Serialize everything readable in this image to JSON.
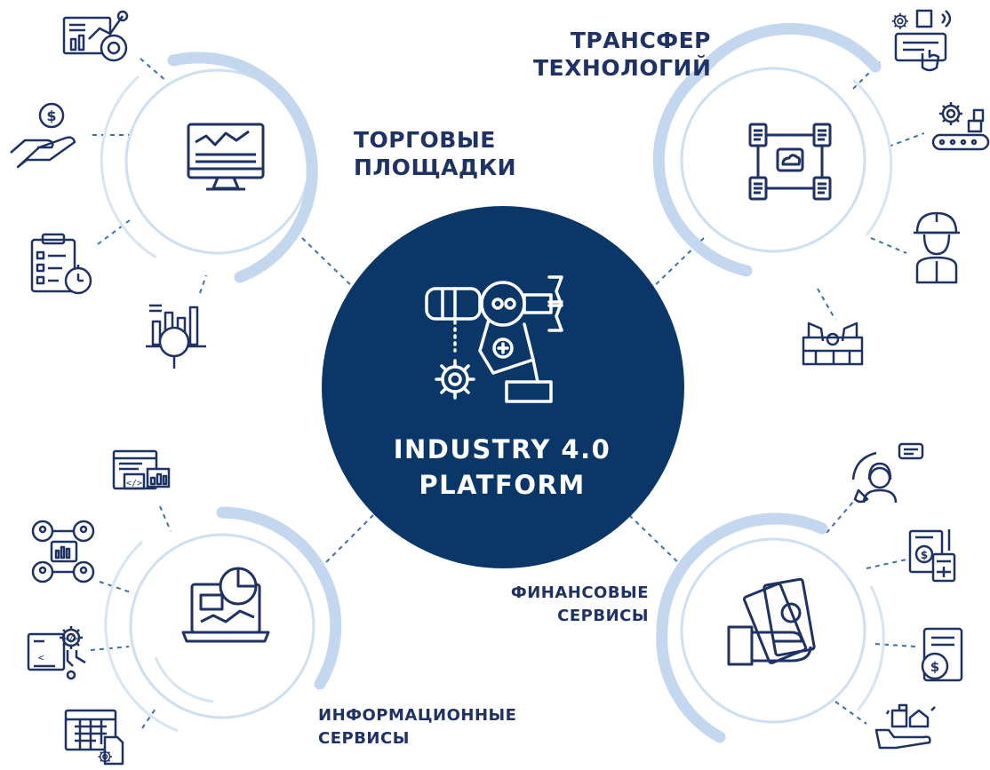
{
  "colors": {
    "navy": "#0b3768",
    "icon_stroke": "#1f3264",
    "ring_light": "#cddff0",
    "ring_mid": "#b9d2ea",
    "dash_line": "#3d6fa6",
    "white": "#ffffff"
  },
  "center": {
    "title": "INDUSTRY 4.0\nPLATFORM",
    "icon": "robotic-arm-icon"
  },
  "hubs": {
    "trading": {
      "label": "ТОРГОВЫЕ\nПЛОЩАДКИ",
      "icon": "trading-monitor-icon",
      "satellites": [
        "analytics-dashboard-icon",
        "hand-coin-icon",
        "checklist-stopwatch-icon",
        "chart-magnifier-icon"
      ]
    },
    "transfer": {
      "label": "ТРАНСФЕР\nТЕХНОЛОГИЙ",
      "icon": "connected-documents-cloud-icon",
      "satellites": [
        "smart-device-control-icon",
        "gear-conveyor-icon",
        "engineer-helmet-icon",
        "robot-arms-factory-icon"
      ]
    },
    "finance": {
      "label": "ФИНАНСОВЫЕ\nСЕРВИСЫ",
      "icon": "hand-banknotes-icon",
      "satellites": [
        "support-operator-icon",
        "invoice-calculator-icon",
        "bill-coin-icon",
        "hand-money-house-icon"
      ]
    },
    "info": {
      "label": "ИНФОРМАЦИОННЫЕ\nСЕРВИСЫ",
      "icon": "laptop-analytics-icon",
      "satellites": [
        "code-window-chart-icon",
        "user-network-icon",
        "code-settings-document-icon",
        "calendar-settings-icon"
      ]
    }
  }
}
